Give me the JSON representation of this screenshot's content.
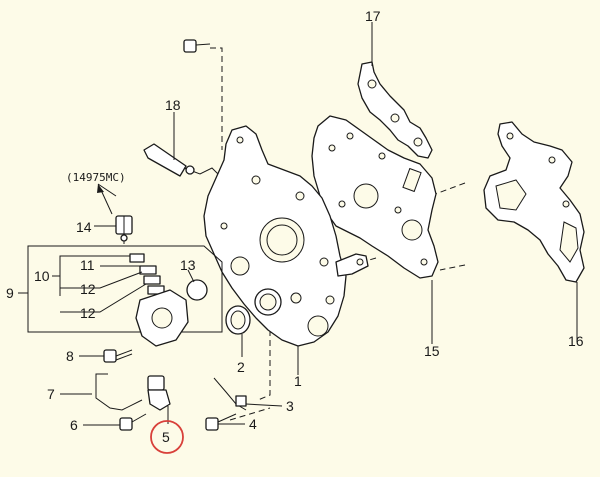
{
  "diagram": {
    "reference_note": "(14975MC)",
    "callouts": {
      "c1": "1",
      "c2": "2",
      "c3": "3",
      "c4": "4",
      "c5": "5",
      "c6": "6",
      "c7": "7",
      "c8": "8",
      "c9": "9",
      "c10": "10",
      "c11": "11",
      "c12a": "12",
      "c12b": "12",
      "c13": "13",
      "c14": "14",
      "c15": "15",
      "c16": "16",
      "c17": "17",
      "c18": "18"
    },
    "highlighted_callout": "5",
    "highlight_color": "#d8403a",
    "background_color": "#fdfbe8"
  }
}
